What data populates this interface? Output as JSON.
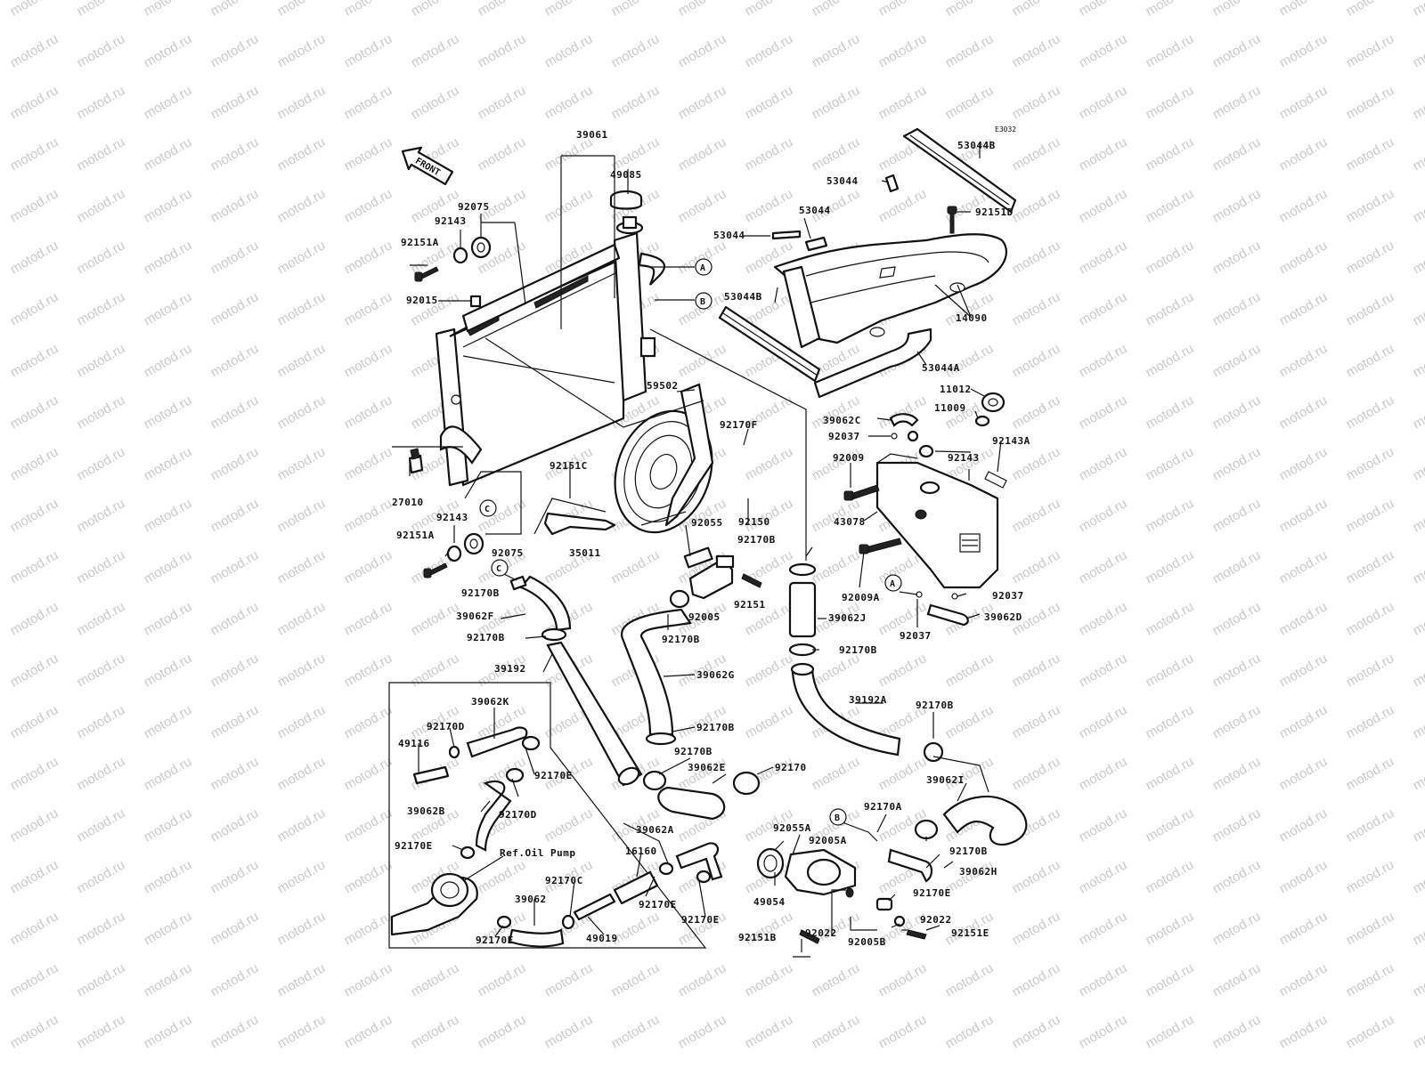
{
  "diagram_code": "E3032",
  "front_label": "FRONT",
  "ref_text": "Ref.Oil Pump",
  "watermark": "motod.ru",
  "circle_markers": [
    "A",
    "B",
    "C"
  ],
  "labels": {
    "p39061": "39061",
    "p49085": "49085",
    "p92075_top": "92075",
    "p92143_top": "92143",
    "p92151A_top": "92151A",
    "p92015": "92015",
    "p59502": "59502",
    "p92170F": "92170F",
    "p92151C": "92151C",
    "p27010": "27010",
    "p92143_bot": "92143",
    "p92151A_bot": "92151A",
    "p92075_bot": "92075",
    "p35011": "35011",
    "p92055": "92055",
    "p92150": "92150",
    "p92170B_a": "92170B",
    "p92170B_b": "92170B",
    "p39062F": "39062F",
    "p92170B_c": "92170B",
    "p92005": "92005",
    "p92151": "92151",
    "p92170B_d": "92170B",
    "p39192": "39192",
    "p39062G": "39062G",
    "p92170B_e": "92170B",
    "p92170B_f": "92170B",
    "p39062E": "39062E",
    "p92170": "92170",
    "p39062K": "39062K",
    "p92170D_a": "92170D",
    "p49116": "49116",
    "p92170E_a": "92170E",
    "p39062B": "39062B",
    "p92170D_b": "92170D",
    "p92170E_b": "92170E",
    "p16160": "16160",
    "p39062A": "39062A",
    "p92170C": "92170C",
    "p92170E_c": "92170E",
    "p39062": "39062",
    "p92170E_d": "92170E",
    "p49019": "49019",
    "p92170E_e": "92170E",
    "p53044B_top": "53044B",
    "p53044_a": "53044",
    "p92151D": "92151D",
    "p53044_b": "53044",
    "p53044_c": "53044",
    "p53044B_mid": "53044B",
    "p14090": "14090",
    "p53044A": "53044A",
    "p11012": "11012",
    "p11009": "11009",
    "p39062C": "39062C",
    "p92037_a": "92037",
    "p92143A": "92143A",
    "p92009": "92009",
    "p92143_r": "92143",
    "p43078": "43078",
    "p92009A": "92009A",
    "p92037_b": "92037",
    "p92037_c": "92037",
    "p39062D": "39062D",
    "p39062J": "39062J",
    "p92170B_g": "92170B",
    "p39192A": "39192A",
    "p92170B_h": "92170B",
    "p39062I": "39062I",
    "p92170A": "92170A",
    "p92055A": "92055A",
    "p92005A": "92005A",
    "p92170B_i": "92170B",
    "p39062H": "39062H",
    "p49054": "49054",
    "p92170E_f": "92170E",
    "p92022_a": "92022",
    "p92022_b": "92022",
    "p92151B": "92151B",
    "p92005B": "92005B",
    "p92151E": "92151E"
  }
}
